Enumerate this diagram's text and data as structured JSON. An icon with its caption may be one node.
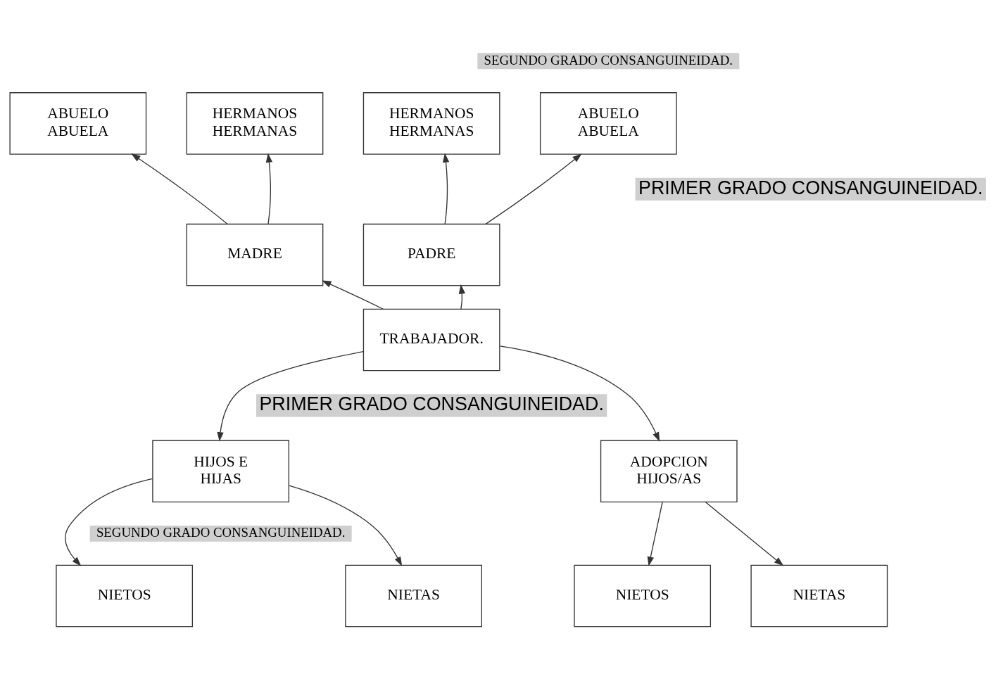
{
  "diagram": {
    "nodes": [
      {
        "text": [
          "ABUELO ABUELA"
        ]
      },
      {
        "text": [
          "HERMANOS HERMANAS"
        ]
      },
      {
        "text": [
          "ABUELO ABUELA"
        ]
      },
      {
        "text": [
          "HERMANOS HERMANAS"
        ]
      },
      {
        "text": [
          "PADRE"
        ]
      },
      {
        "text": [
          "MADRE"
        ]
      },
      {
        "text": [
          "TRABAJADOR."
        ]
      },
      {
        "text": [
          "HIJOS E HIJAS"
        ]
      },
      {
        "text": [
          "ADOPCION HIJOS/AS"
        ]
      },
      {
        "text": [
          "NIETOS"
        ]
      },
      {
        "text": [
          "NIETAS"
        ]
      },
      {
        "text": [
          "NIETOS"
        ]
      },
      {
        "text": [
          "NIETAS"
        ]
      }
    ],
    "edges": [
      {
        "from": 4,
        "to": 0,
        "arrow": "to"
      },
      {
        "from": 4,
        "to": 1,
        "arrow": "to"
      },
      {
        "from": 5,
        "to": 2,
        "arrow": "to"
      },
      {
        "from": 5,
        "to": 3,
        "arrow": "to"
      },
      {
        "from": 6,
        "to": 4,
        "arrow": "to"
      },
      {
        "from": 6,
        "to": 5,
        "arrow": "to"
      },
      {
        "from": 6,
        "to": 7,
        "arrow": "to"
      },
      {
        "from": 6,
        "to": 8,
        "arrow": "to"
      },
      {
        "from": 7,
        "to": 9,
        "arrow": "to"
      },
      {
        "from": 7,
        "to": 10,
        "arrow": "to"
      },
      {
        "from": 8,
        "to": 11,
        "arrow": "to"
      },
      {
        "from": 8,
        "to": 12,
        "arrow": "to"
      }
    ],
    "labels": [
      "SEGUNDO GRADO CONSANGUINEIDAD.",
      "PRIMER GRADO CONSANGUINEIDAD.",
      "PRIMER GRADO CONSANGUINEIDAD.",
      "SEGUNDO GRADO CONSANGUINEIDAD."
    ]
  }
}
